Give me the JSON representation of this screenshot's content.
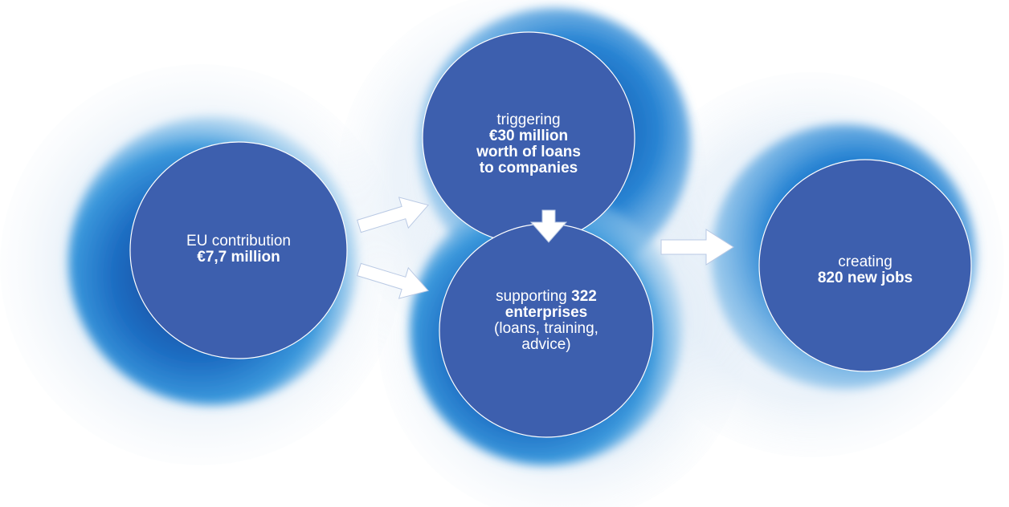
{
  "colors": {
    "node_fill": "#3d5fae",
    "node_outline": "#ffffff",
    "glow_outer": "#5aa8e0",
    "glow_mid": "#1f7fd0",
    "glow_dark": "#1c3f94",
    "halo": "#c9dcef",
    "arrow": "#ffffff"
  },
  "nodes": {
    "eu_contribution": {
      "line1": "EU contribution",
      "line2": "€7,7 million"
    },
    "triggering": {
      "line1": "triggering",
      "line2": "€30 million",
      "line3": "worth of loans",
      "line4": "to companies"
    },
    "supporting": {
      "line1_light": "supporting ",
      "line1_bold": "322",
      "line2": "enterprises",
      "line3": "(loans, training,",
      "line4": "advice)"
    },
    "creating": {
      "line1": "creating",
      "line2": "820 new jobs"
    }
  },
  "arrows": [
    {
      "from": "eu_contribution",
      "to": "triggering",
      "icon": "arrow-right-icon"
    },
    {
      "from": "eu_contribution",
      "to": "supporting",
      "icon": "arrow-right-icon"
    },
    {
      "from": "triggering",
      "to": "supporting",
      "icon": "arrow-down-icon"
    },
    {
      "from": "supporting",
      "to": "creating",
      "icon": "arrow-right-icon"
    }
  ]
}
